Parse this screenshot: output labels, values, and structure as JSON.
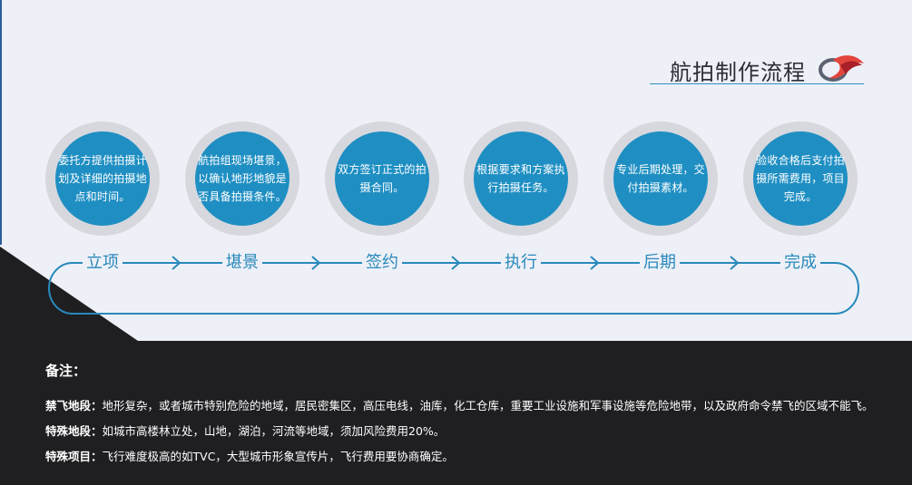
{
  "header": {
    "title": "航拍制作流程"
  },
  "colors": {
    "accent": "#1f8fc3",
    "ring": "#d7d8de",
    "dark": "#1f1f22",
    "page": "#eef0f7",
    "logo_red": "#e2453c"
  },
  "icons": {
    "logo": "eagle-logo-icon",
    "arrow": "arrow-right-icon"
  },
  "steps": [
    {
      "label": "立项",
      "desc": "委托方提供拍摄计划及详细的拍摄地点和时间。"
    },
    {
      "label": "堪景",
      "desc": "航拍组现场堪景，以确认地形地貌是否具备拍摄条件。"
    },
    {
      "label": "签约",
      "desc": "双方签订正式的拍摄合同。"
    },
    {
      "label": "执行",
      "desc": "根据要求和方案执行拍摄任务。"
    },
    {
      "label": "后期",
      "desc": "专业后期处理，交付拍摄素材。"
    },
    {
      "label": "完成",
      "desc": "验收合格后支付拍摄所需费用，项目完成。"
    }
  ],
  "notes": {
    "title": "备注：",
    "items": [
      {
        "term": "禁飞地段：",
        "text": "地形复杂，或者城市特别危险的地域，居民密集区，高压电线，油库，化工仓库，重要工业设施和军事设施等危险地带，以及政府命令禁飞的区域不能飞。"
      },
      {
        "term": "特殊地段：",
        "text": "如城市高楼林立处，山地，湖泊，河流等地域，须加风险费用20%。"
      },
      {
        "term": "特殊项目：",
        "text": "飞行难度极高的如TVC，大型城市形象宣传片，飞行费用要协商确定。"
      }
    ]
  }
}
